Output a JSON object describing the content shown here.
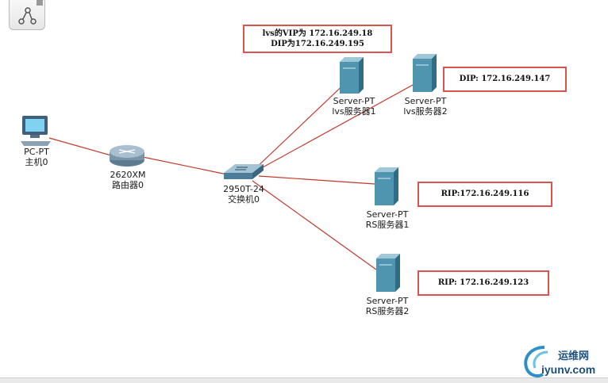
{
  "nodes": {
    "pc": {
      "type": "PC-PT",
      "name": "主机0"
    },
    "router": {
      "type": "2620XM",
      "name": "路由器0"
    },
    "switch": {
      "type": "2950T-24",
      "name": "交换机0"
    },
    "lvs1": {
      "type": "Server-PT",
      "name": "lvs服务器1"
    },
    "lvs2": {
      "type": "Server-PT",
      "name": "lvs服务器2"
    },
    "rs1": {
      "type": "Server-PT",
      "name": "RS服务器1"
    },
    "rs2": {
      "type": "Server-PT",
      "name": "RS服务器2"
    }
  },
  "notes": {
    "lvs_vip_line1": "lvs的VIP为 172.16.249.18",
    "lvs_vip_line2": "DIP为172.16.249.195",
    "lvs2_dip": "DIP: 172.16.249.147",
    "rs1_rip": "RIP:172.16.249.116",
    "rs2_rip": "RIP: 172.16.249.123"
  },
  "colors": {
    "link": "#c0392b",
    "note_border": "#d9534f"
  },
  "watermark": {
    "cn": "运维网",
    "en": "iyunv.com"
  }
}
